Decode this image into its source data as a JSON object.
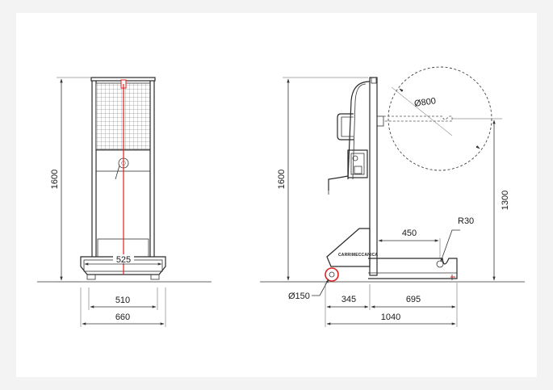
{
  "front_view": {
    "height_label": "1600",
    "width_inner_label": "525",
    "width_base_label": "510",
    "width_overall_label": "660"
  },
  "side_view": {
    "height_label": "1600",
    "roll_diameter_label": "Ø800",
    "lift_height_label": "1300",
    "fork_length_label": "450",
    "fork_radius_label": "R30",
    "wheel_diameter_label": "Ø150",
    "rear_offset_label": "345",
    "fork_span_label": "695",
    "overall_length_label": "1040",
    "brand_text": "CARRIMECCANICA"
  },
  "colors": {
    "accent_red": "#e02020",
    "line": "#333333",
    "background": "#f3f3f3"
  }
}
